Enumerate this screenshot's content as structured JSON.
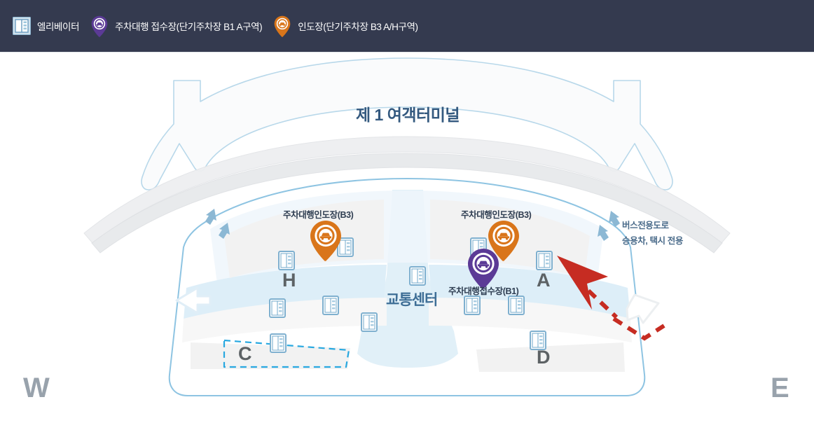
{
  "legend": {
    "items": [
      {
        "icon": "elevator-icon",
        "label": "엘리베이터",
        "color": "#7fb0cf"
      },
      {
        "icon": "valet-pin-icon",
        "label": "주차대행 접수장(단기주차장 B1 A구역)",
        "color": "#5b3a96"
      },
      {
        "icon": "valet-pin-icon",
        "label": "인도장(단기주차장 B3 A/H구역)",
        "color": "#d9751a"
      }
    ],
    "background": "#343a4f",
    "text_color": "#ffffff"
  },
  "map": {
    "terminal_title": "제 1 여객터미널",
    "transport_center_label": "교통센터",
    "labels": {
      "handover_left": "주차대행인도장(B3)",
      "handover_right": "주차대행인도장(B3)",
      "receipt": "주차대행접수장(B1)",
      "bus_lane_line1": "버스전용도로",
      "bus_lane_line2": "승용차, 택시 전용"
    },
    "zones": [
      {
        "name": "H",
        "label": "H"
      },
      {
        "name": "A",
        "label": "A"
      },
      {
        "name": "C",
        "label": "C"
      },
      {
        "name": "D",
        "label": "D"
      }
    ],
    "compass": {
      "west": "W",
      "east": "E"
    },
    "pins": [
      {
        "name": "handover-pin-left",
        "type": "valet-pin-icon",
        "color": "#d9751a"
      },
      {
        "name": "handover-pin-right",
        "type": "valet-pin-icon",
        "color": "#d9751a"
      },
      {
        "name": "receipt-pin",
        "type": "valet-pin-icon",
        "color": "#5b3a96"
      }
    ],
    "colors": {
      "terminal_outline": "#b8d8ea",
      "terminal_fill": "#fafbfc",
      "road_fill": "#ebecee",
      "water_fill": "#e3f1f8",
      "zone_fill": "#f2f2f2",
      "route_red": "#c62c22",
      "dashed_cyan": "#28a8e0",
      "arrow_blue": "#8cb8d4"
    }
  }
}
